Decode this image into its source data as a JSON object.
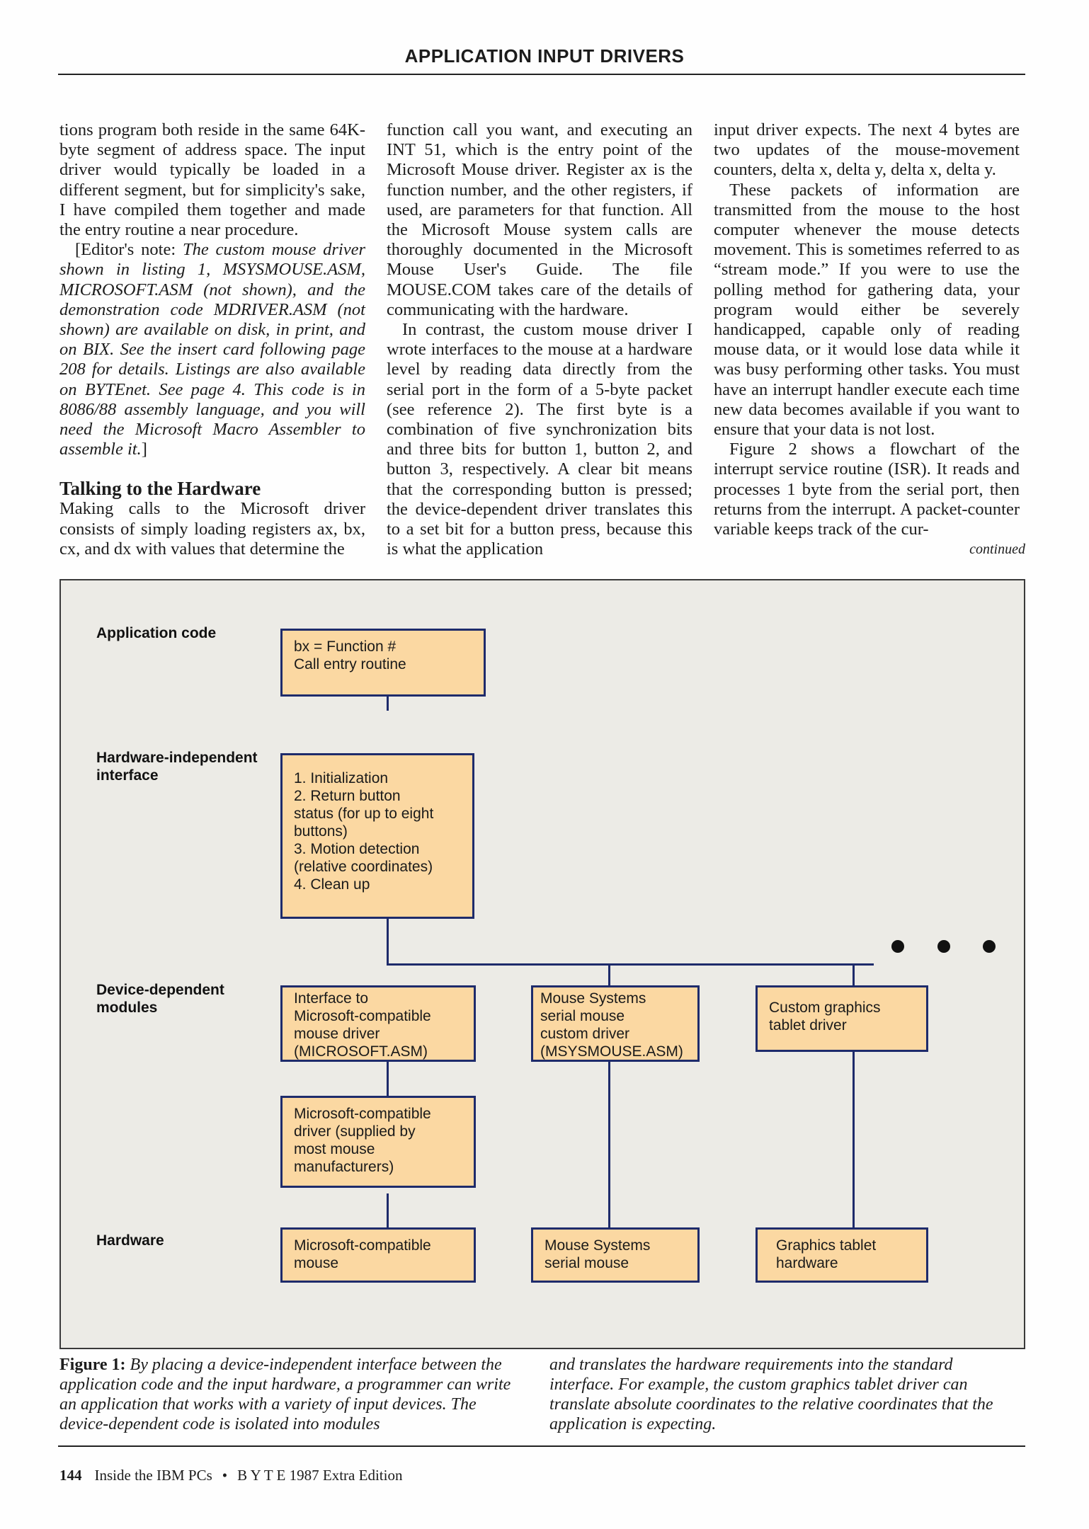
{
  "header": {
    "title": "APPLICATION INPUT DRIVERS"
  },
  "col1": {
    "p1": "tions program both reside in the same 64K-byte segment of address space. The input driver would typically be loaded in a different segment, but for simplicity's sake, I have compiled them together and made the entry routine a near procedure.",
    "editor_open": "[Editor's note: ",
    "editor_text": "The custom mouse driver shown in listing 1, MSYSMOUSE.ASM, MICROSOFT.ASM (not shown), and the demonstration code MDRIVER.ASM (not shown) are available on disk, in print, and on BIX. See the insert card following page 208 for details. Listings are also available on BYTEnet. See page 4. This code is in 8086/88 assembly language, and you will need the Microsoft Macro Assembler to assemble it.",
    "editor_close": "]",
    "heading": "Talking to the Hardware",
    "p3": "Making calls to the Microsoft driver consists of simply loading registers ax, bx, cx, and dx with values that determine the"
  },
  "col2": {
    "p1": "function call you want, and executing an INT 51, which is the entry point of the Microsoft Mouse driver. Register ax is the function number, and the other registers, if used, are parameters for that function. All the Microsoft Mouse system calls are thoroughly documented in the Microsoft Mouse User's Guide. The file MOUSE.COM takes care of the details of communicating with the hardware.",
    "p2": "In contrast, the custom mouse driver I wrote interfaces to the mouse at a hardware level by reading data directly from the serial port in the form of a 5-byte packet (see reference 2). The first byte is a combination of five synchronization bits and three bits for button 1, button 2, and button 3, respectively. A clear bit means that the corresponding button is pressed; the device-dependent driver translates this to a set bit for a button press, because this is what the application"
  },
  "col3": {
    "p1": "input driver expects. The next 4 bytes are two updates of the mouse-movement counters, delta x, delta y, delta x, delta y.",
    "p2": "These packets of information are transmitted from the mouse to the host computer whenever the mouse detects movement. This is sometimes referred to as “stream mode.” If you were to use the polling method for gathering data, your program would either be severely handicapped, capable only of reading mouse data, or it would lose data while it was busy performing other tasks. You must have an interrupt handler execute each time new data becomes available if you want to ensure that your data is not lost.",
    "p3": "Figure 2 shows a flowchart of the interrupt service routine (ISR). It reads and processes 1 byte from the serial port, then returns from the interrupt. A packet-counter variable keeps track of the cur-",
    "continued": "continued"
  },
  "figure": {
    "levels": {
      "application": "Application code",
      "hw_independent": [
        "Hardware-independent",
        "interface"
      ],
      "device_dependent": [
        "Device-dependent",
        "modules"
      ],
      "hardware": "Hardware"
    },
    "boxes": {
      "app": [
        "bx = Function #",
        "Call entry routine"
      ],
      "interface": [
        "1. Initialization",
        "2. Return button",
        "status (for up to eight",
        "buttons)",
        "3. Motion detection",
        "(relative coordinates)",
        "4. Clean up"
      ],
      "ms_interface": [
        "Interface to",
        "Microsoft-compatible",
        "mouse driver",
        "(MICROSOFT.ASM)"
      ],
      "msys_driver": [
        "Mouse Systems",
        "serial mouse",
        "custom driver",
        "(MSYSMOUSE.ASM)"
      ],
      "tablet_driver": [
        "Custom graphics",
        "tablet driver"
      ],
      "ms_driver": [
        "Microsoft-compatible",
        "driver (supplied by",
        "most mouse",
        "manufacturers)"
      ],
      "ms_mouse": [
        "Microsoft-compatible",
        "mouse"
      ],
      "msys_mouse": [
        "Mouse Systems",
        "serial mouse"
      ],
      "tablet_hw": [
        "Graphics tablet",
        "hardware"
      ]
    }
  },
  "caption": {
    "label": "Figure 1:",
    "left": "By placing a device-independent interface between the application code and the input hardware, a programmer can write an application that works with a variety of input devices. The device-dependent code is isolated into modules",
    "right": "and translates the hardware requirements into the standard interface. For example, the custom graphics tablet driver can translate absolute coordinates to the relative coordinates that the application is expecting."
  },
  "footer": {
    "page": "144",
    "book": "Inside the IBM PCs",
    "bullet": "•",
    "magazine": "B Y T E 1987 Extra Edition"
  },
  "colors": {
    "box_fill": "#fbd8a2",
    "box_border": "#1e2b6b",
    "figure_bg": "#ecebe6"
  }
}
